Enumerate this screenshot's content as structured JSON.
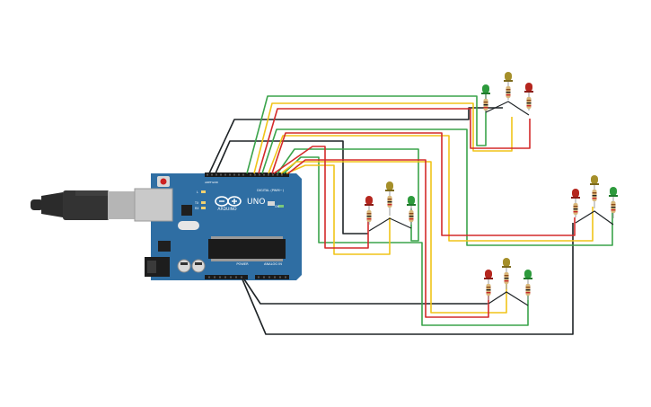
{
  "board": {
    "brand": "ARDUINO",
    "model": "UNO",
    "labels": {
      "aref": "AREF",
      "gnd": "GND",
      "digital": "DIGITAL (PWM~)",
      "power": "POWER",
      "analog_in": "ANALOG IN",
      "tx": "TX",
      "rx": "RX",
      "l": "L",
      "on": "ON"
    }
  },
  "colors": {
    "board": "#2f6ea3",
    "wire_black": "#1e2326",
    "wire_green": "#3aa34a",
    "wire_yellow": "#f0c419",
    "wire_red": "#d42a2a",
    "led_green": "#2d9a3c",
    "led_yellow": "#a58f2a",
    "led_red": "#b5261e"
  },
  "traffic_lights": [
    {
      "name": "top",
      "leds": [
        "green",
        "yellow",
        "red"
      ]
    },
    {
      "name": "middle-left",
      "leds": [
        "red",
        "yellow",
        "green"
      ]
    },
    {
      "name": "right",
      "leds": [
        "red",
        "yellow",
        "green"
      ]
    },
    {
      "name": "bottom",
      "leds": [
        "red",
        "yellow",
        "green"
      ]
    }
  ]
}
